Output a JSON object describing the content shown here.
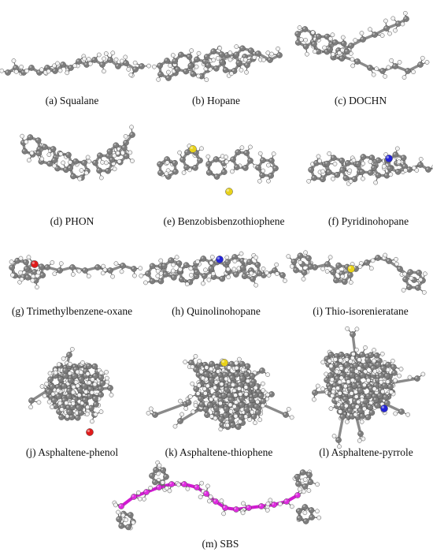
{
  "panels": [
    {
      "id": "a",
      "caption": "(a)  Squalane"
    },
    {
      "id": "b",
      "caption": "(b) Hopane"
    },
    {
      "id": "c",
      "caption": "(c) DOCHN"
    },
    {
      "id": "d",
      "caption": "(d) PHON"
    },
    {
      "id": "e",
      "caption": "(e) Benzobisbenzothiophene"
    },
    {
      "id": "f",
      "caption": "(f) Pyridinohopane"
    },
    {
      "id": "g",
      "caption": "(g) Trimethylbenzene-oxane"
    },
    {
      "id": "h",
      "caption": "(h) Quinolinohopane"
    },
    {
      "id": "i",
      "caption": "(i) Thio-isorenieratane"
    },
    {
      "id": "j",
      "caption": "(j) Asphaltene-phenol"
    },
    {
      "id": "k",
      "caption": "(k) Asphaltene-thiophene"
    },
    {
      "id": "l",
      "caption": "(l) Asphaltene-pyrrole"
    },
    {
      "id": "m",
      "caption": "(m) SBS"
    }
  ],
  "atom_colors": {
    "carbon": "#7d7d7d",
    "hydrogen": "#f2f2f2",
    "sulfur": "#e8d21a",
    "nitrogen": "#2323d8",
    "oxygen": "#e01b1b",
    "sbs_backbone": "#e02ae0"
  }
}
